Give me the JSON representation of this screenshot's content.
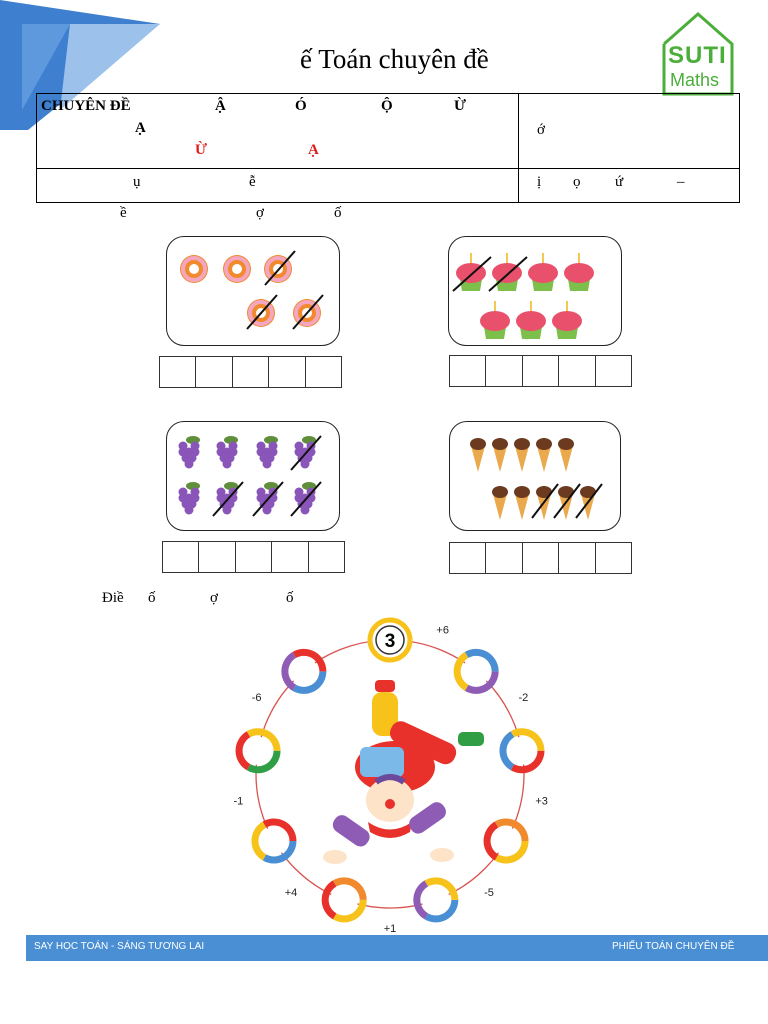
{
  "header": {
    "title": "ế   Toán chuyên đề",
    "logo": {
      "line1": "SUTI",
      "line2": "Maths"
    }
  },
  "table": {
    "r1_left_a": "CHUYÊN ĐỀ",
    "r1_left_b": "Ậ",
    "r1_left_c": "Ó",
    "r1_left_d": "Ộ",
    "r1_left_e": "Ừ",
    "r1_left_f": "Ạ",
    "r1_left_g": "Ừ",
    "r1_left_h": "Ạ",
    "r1_right": "ớ",
    "r2_left_a": "ụ",
    "r2_left_b": "ễ",
    "r2_right_a": "ị",
    "r2_right_b": "ọ",
    "r2_right_c": "ứ",
    "r2_right_d": "–"
  },
  "instruction1": {
    "a": "ề",
    "b": "ợ",
    "c": "ố"
  },
  "exercises": [
    {
      "name": "donuts",
      "count": 5,
      "crossed": 3
    },
    {
      "name": "cupcakes",
      "count": 7,
      "crossed": 2
    },
    {
      "name": "grapes",
      "count": 8,
      "crossed": 4
    },
    {
      "name": "ice-creams",
      "count": 10,
      "crossed": 3
    }
  ],
  "instruction2": {
    "a": "Điề",
    "b": "ố",
    "c": "ợ",
    "d": "ố"
  },
  "wheel": {
    "start": "3",
    "ops": [
      "+6",
      "-2",
      "+3",
      "-5",
      "+1",
      "+4",
      "-1",
      "-6"
    ]
  },
  "footer": {
    "left": "SAY HỌC TOÁN - SÁNG TƯƠNG LAI",
    "right": "PHIẾU TOÁN CHUYÊN ĐỀ"
  },
  "colors": {
    "footer": "#4a8fd3",
    "accent_red": "#e01b1b",
    "logo_green": "#4bae3a"
  }
}
